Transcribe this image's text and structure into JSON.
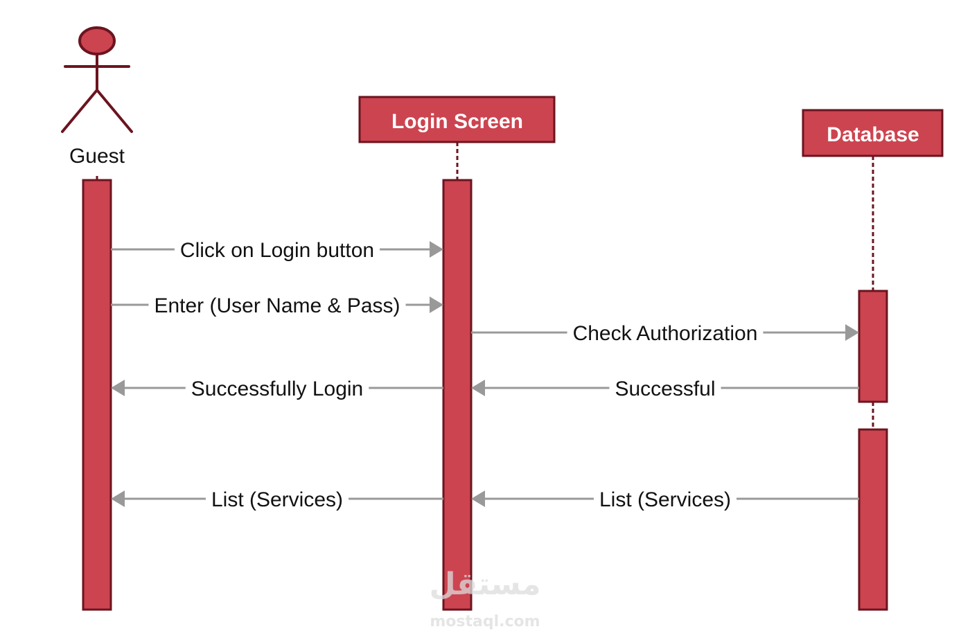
{
  "colors": {
    "fill": "#cc4450",
    "stroke": "#6b1420",
    "arrow": "#999999",
    "text": "#111111"
  },
  "participants": [
    {
      "id": "guest",
      "label": "Guest",
      "kind": "actor"
    },
    {
      "id": "login",
      "label": "Login Screen",
      "kind": "object"
    },
    {
      "id": "db",
      "label": "Database",
      "kind": "object"
    }
  ],
  "messages": [
    {
      "from": "guest",
      "to": "login",
      "label": "Click on Login button"
    },
    {
      "from": "guest",
      "to": "login",
      "label": "Enter (User Name & Pass)"
    },
    {
      "from": "login",
      "to": "db",
      "label": "Check Authorization"
    },
    {
      "from": "db",
      "to": "login",
      "label": "Successful"
    },
    {
      "from": "login",
      "to": "guest",
      "label": "Successfully Login"
    },
    {
      "from": "db",
      "to": "login",
      "label": "List (Services)"
    },
    {
      "from": "login",
      "to": "guest",
      "label": "List (Services)"
    }
  ],
  "watermark": {
    "arabic": "مستقل",
    "latin": "mostaql.com"
  }
}
